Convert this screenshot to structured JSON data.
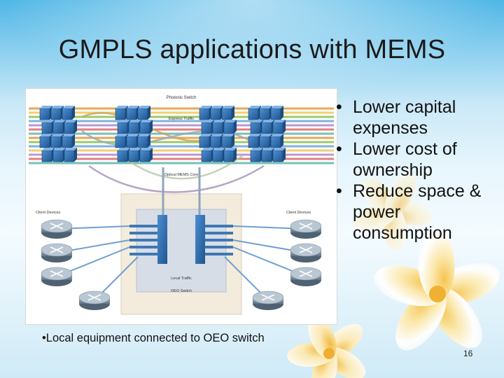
{
  "slide": {
    "title": "GMPLS applications with MEMS",
    "bullets": [
      "Lower capital expenses",
      "Lower cost of ownership",
      "Reduce space & power consumption"
    ],
    "footnote": "•Local equipment connected to OEO switch",
    "page_number": "16"
  },
  "diagram": {
    "labels": {
      "photonic_switch": "Photonic Switch",
      "express_traffic": "Express Traffic",
      "optical_mems_core": "Optical MEMS Core",
      "client_devices_left": "Client Devices",
      "client_devices_right": "Client Devices",
      "local_traffic": "Local Traffic",
      "oeo_switch": "OEO Switch"
    },
    "colors": {
      "switch_blue": "#2f6fb3",
      "router_gray": "#7c8fa0",
      "oeo_box": "#f2ead9"
    }
  },
  "decoration": {
    "flower_icon": "plumeria-flower-icon"
  }
}
